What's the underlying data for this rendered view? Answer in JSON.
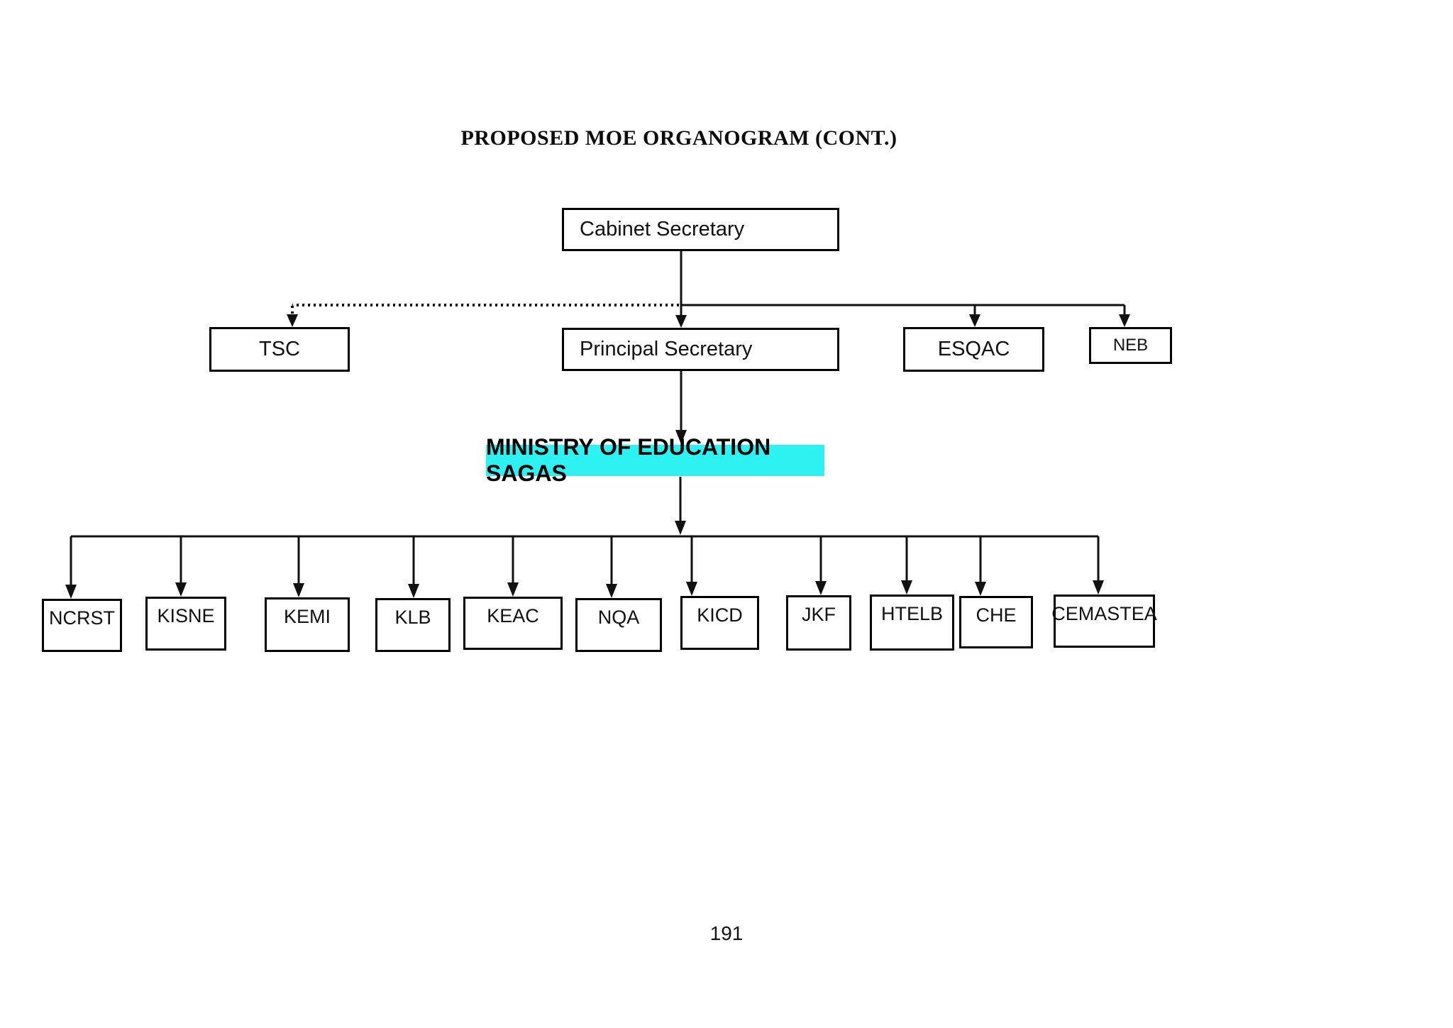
{
  "document": {
    "title": "PROPOSED MOE ORGANOGRAM (CONT.)",
    "page_number": "191"
  },
  "colors": {
    "sagas_highlight": "#2ef2f2",
    "line": "#000000",
    "background": "#ffffff"
  },
  "org_chart": {
    "top": {
      "label": "Cabinet Secretary"
    },
    "second_level": [
      {
        "id": "tsc",
        "label": "TSC",
        "link_style": "dotted"
      },
      {
        "id": "principal_secretary",
        "label": "Principal Secretary",
        "link_style": "solid"
      },
      {
        "id": "esqac",
        "label": "ESQAC",
        "link_style": "solid"
      },
      {
        "id": "neb",
        "label": "NEB",
        "link_style": "solid"
      }
    ],
    "sagas_heading": {
      "label": "MINISTRY OF EDUCATION SAGAS"
    },
    "sagas": [
      {
        "label": "NCRST"
      },
      {
        "label": "KISNE"
      },
      {
        "label": "KEMI"
      },
      {
        "label": "KLB"
      },
      {
        "label": "KEAC"
      },
      {
        "label": "NQA"
      },
      {
        "label": "KICD"
      },
      {
        "label": "JKF"
      },
      {
        "label": "HTELB"
      },
      {
        "label": "CHE"
      },
      {
        "label": "CEMASTEA"
      }
    ]
  }
}
